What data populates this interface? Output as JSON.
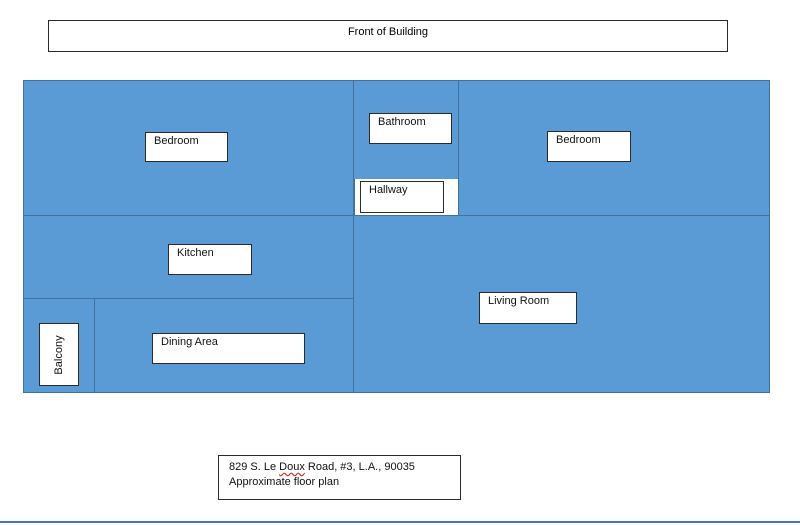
{
  "diagram": {
    "front_label": "Front of Building",
    "rooms": {
      "bedroom_left": "Bedroom",
      "bathroom": "Bathroom",
      "bedroom_right": "Bedroom",
      "hallway": "Hallway",
      "kitchen": "Kitchen",
      "living_room": "Living Room",
      "dining_area": "Dining Area",
      "balcony": "Balcony"
    },
    "caption": {
      "address_prefix": "829 S. Le ",
      "address_highlight": "Doux",
      "address_suffix": " Road, #3, L.A., 90035",
      "subtitle": "Approximate floor plan"
    },
    "colors": {
      "room_fill": "#5b9bd5",
      "room_border": "#41719c",
      "spellcheck_underline": "#d62728",
      "bottom_rule": "#4472c4"
    }
  }
}
